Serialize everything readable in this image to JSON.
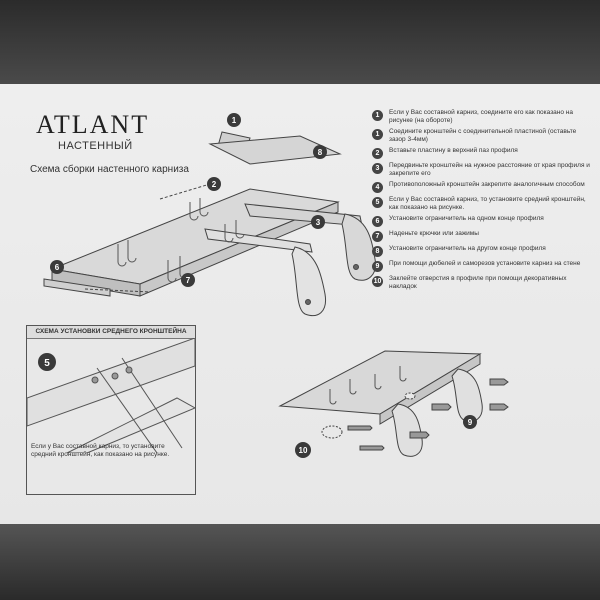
{
  "brand": {
    "name": "ATLANT",
    "subtitle": "НАСТЕННЫЙ",
    "scheme_title": "Схема сборки настенного карниза"
  },
  "inset": {
    "title": "СХЕМА УСТАНОВКИ СРЕДНЕГО КРОНШТЕЙНА",
    "badge": "5",
    "note": "Если у Вас составной карниз, то установите средний кронштейн, как показано на рисунке."
  },
  "steps": [
    {
      "num": "1",
      "text": "Если у Вас составной карниз, соедините его как показано на рисунке (на обороте)"
    },
    {
      "num": "1",
      "text": "Соедините кронштейн с соединительной пластиной (оставьте зазор 3-4мм)"
    },
    {
      "num": "2",
      "text": "Вставьте пластину в верхний паз профиля"
    },
    {
      "num": "3",
      "text": "Передвиньте кронштейн на нужное расстояние от края профиля и закрепите его"
    },
    {
      "num": "4",
      "text": "Противоположный кронштейн закрепите аналогичным способом"
    },
    {
      "num": "5",
      "text": "Если у Вас составной карниз, то установите средний кронштейн, как показано на рисунке."
    },
    {
      "num": "6",
      "text": "Установите ограничитель на одном конце профиля"
    },
    {
      "num": "7",
      "text": "Наденьте крючки или зажимы"
    },
    {
      "num": "8",
      "text": "Установите ограничитель на другом конце профиля"
    },
    {
      "num": "9",
      "text": "При помощи дюбелей и саморезов установите карниз на стене"
    },
    {
      "num": "10",
      "text": "Заклейте отверстия в профиле при помощи декоративных накладок"
    }
  ],
  "callouts": {
    "c1": "1",
    "c2": "2",
    "c3": "3",
    "c6": "6",
    "c7": "7",
    "c8": "8",
    "c9": "9",
    "c10": "10"
  }
}
